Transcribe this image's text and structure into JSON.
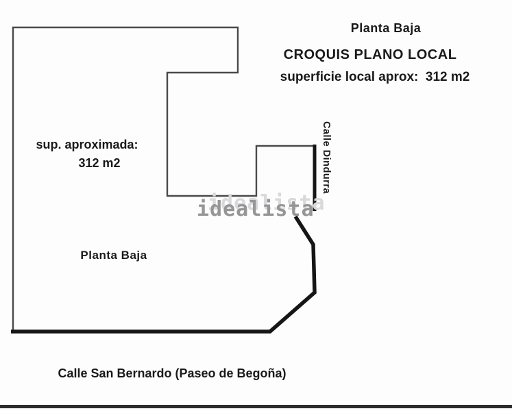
{
  "plan": {
    "floor_title": "Planta Baja",
    "drawing_title": "CROQUIS PLANO LOCAL",
    "surface_note": "superficie local aprox:  312 m2",
    "approx_area_label": "sup. aproximada:",
    "approx_area_value": "312 m2",
    "floor_label": "Planta Baja",
    "street_right": "Calle Dindurra",
    "street_bottom": "Calle San Bernardo (Paseo de Begoña)",
    "watermark": "idealista"
  },
  "colors": {
    "background": "#fdfdfd",
    "wall_thin": "#4a4a4a",
    "wall_thick": "#161616",
    "text": "#1a1a1a",
    "watermark": "#969696",
    "watermark_ghost": "#d9d9dc",
    "bottom_bar": "#2c2c2c"
  }
}
